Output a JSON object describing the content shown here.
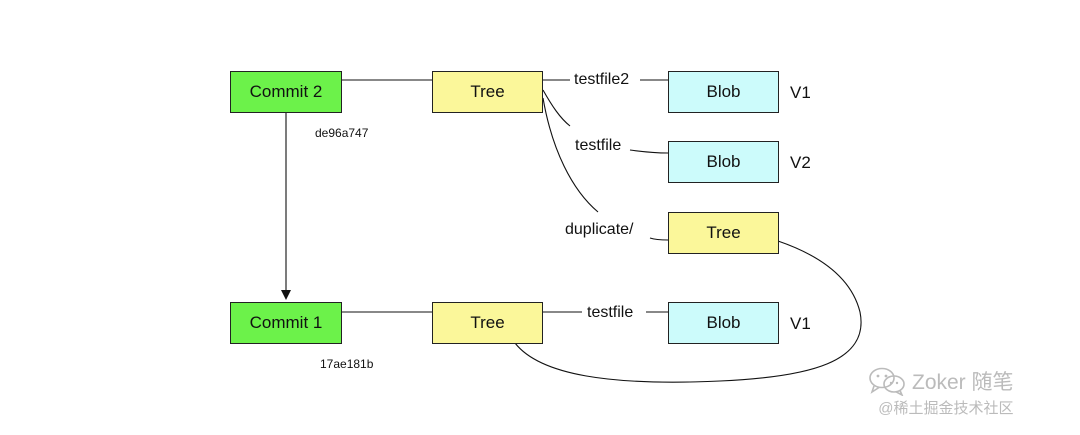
{
  "commits": [
    {
      "label": "Commit 2",
      "hash": "de96a747"
    },
    {
      "label": "Commit 1",
      "hash": "17ae181b"
    }
  ],
  "trees": {
    "commit2_root": "Tree",
    "duplicate": "Tree",
    "commit1_root": "Tree"
  },
  "blobs": {
    "testfile2": {
      "label": "Blob",
      "version": "V1"
    },
    "testfile": {
      "label": "Blob",
      "version": "V2"
    },
    "commit1_testfile": {
      "label": "Blob",
      "version": "V1"
    }
  },
  "edge_labels": {
    "testfile2": "testfile2",
    "testfile": "testfile",
    "duplicate": "duplicate/",
    "commit1_testfile": "testfile"
  },
  "watermark": {
    "title": "Zoker 随笔",
    "subtitle": "@稀土掘金技术社区",
    "icon": "wechat-icon"
  },
  "colors": {
    "commit": "#6cf24a",
    "tree": "#fbf79a",
    "blob": "#ccfbfb"
  }
}
